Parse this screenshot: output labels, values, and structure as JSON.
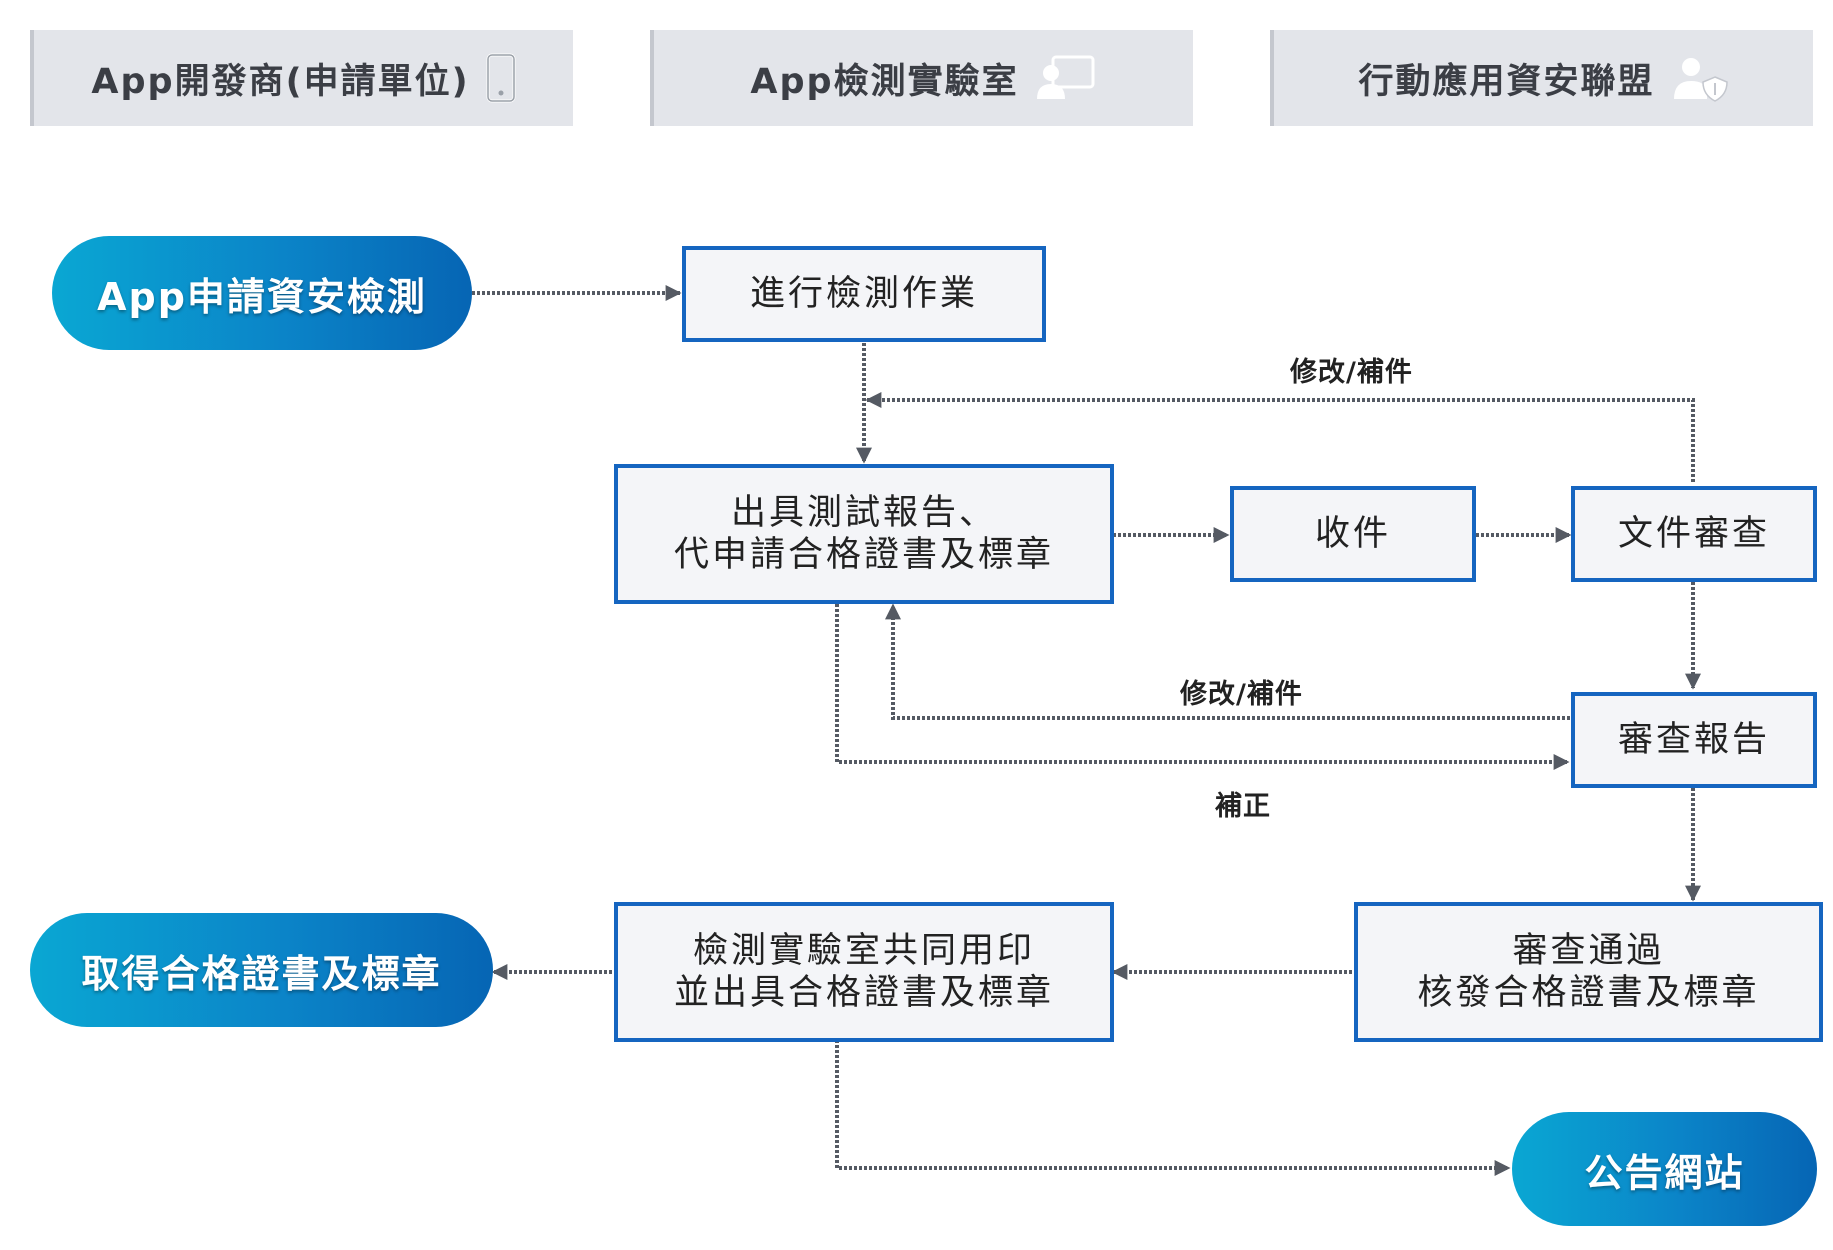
{
  "headers": [
    {
      "label": "App開發商(申請單位)",
      "icon": "phone-icon"
    },
    {
      "label": "App檢測實驗室",
      "icon": "user-screen-icon"
    },
    {
      "label": "行動應用資安聯盟",
      "icon": "user-shield-icon"
    }
  ],
  "nodes": {
    "apply": "App申請資安檢測",
    "test": "進行檢測作業",
    "report_line1": "出具測試報告、",
    "report_line2": "代申請合格證書及標章",
    "receive": "收件",
    "doc_review": "文件審查",
    "review_report": "審查報告",
    "pass_line1": "審查通過",
    "pass_line2": "核發合格證書及標章",
    "seal_line1": "檢測實驗室共同用印",
    "seal_line2": "並出具合格證書及標章",
    "obtain": "取得合格證書及標章",
    "publish": "公告網站"
  },
  "edge_labels": {
    "revise_top": "修改/補件",
    "revise_mid": "修改/補件",
    "correction": "補正"
  },
  "colors": {
    "box_border": "#1565c0",
    "connector": "#555a63",
    "header_bg": "#e3e5ea"
  }
}
